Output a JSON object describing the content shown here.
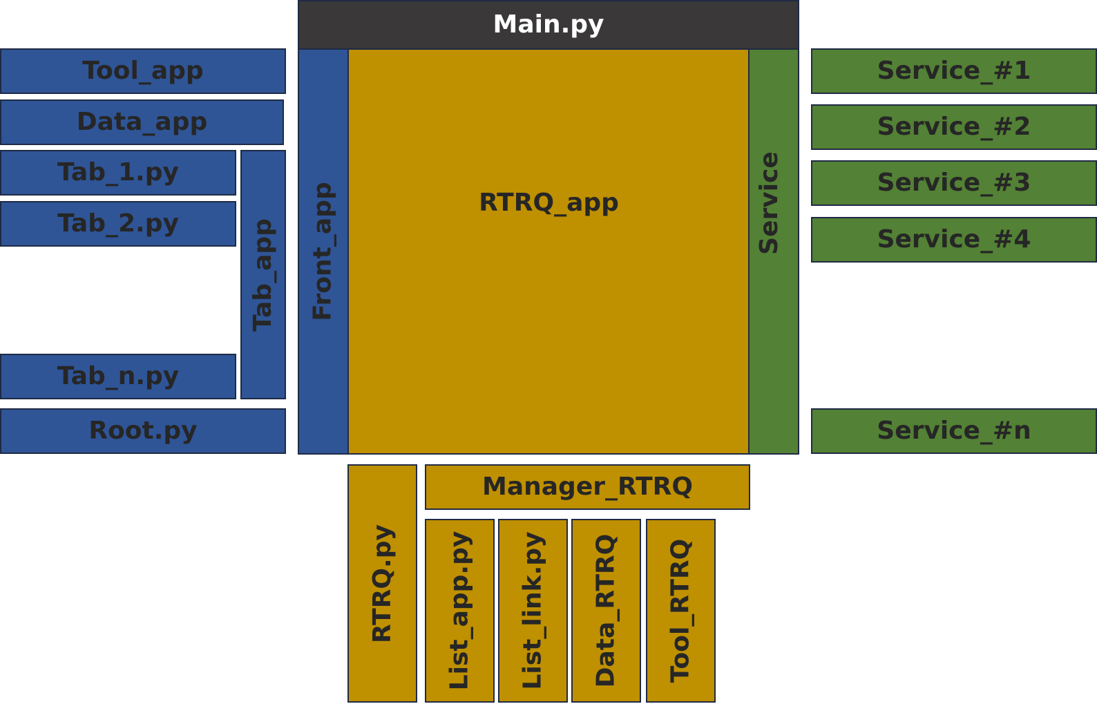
{
  "main": {
    "label": "Main.py"
  },
  "left": {
    "tool_app": "Tool_app",
    "data_app": "Data_app",
    "tab_1": "Tab_1.py",
    "tab_2": "Tab_2.py",
    "tab_n": "Tab_n.py",
    "tab_app": "Tab_app",
    "root": "Root.py"
  },
  "center": {
    "front_app": "Front_app",
    "rtrq_app": "RTRQ_app",
    "service": "Service"
  },
  "right": {
    "services": [
      "Service_#1",
      "Service_#2",
      "Service_#3",
      "Service_#4"
    ],
    "service_n": "Service_#n"
  },
  "bottom": {
    "rtrq_py": "RTRQ.py",
    "manager": "Manager_RTRQ",
    "list_app": "List_app.py",
    "list_link": "List_link.py",
    "data_rtrq": "Data_RTRQ",
    "tool_rtrq": "Tool_RTRQ"
  },
  "colors": {
    "blue": "#2f5597",
    "gold": "#bf9000",
    "green": "#538135",
    "header": "#3a3838"
  }
}
